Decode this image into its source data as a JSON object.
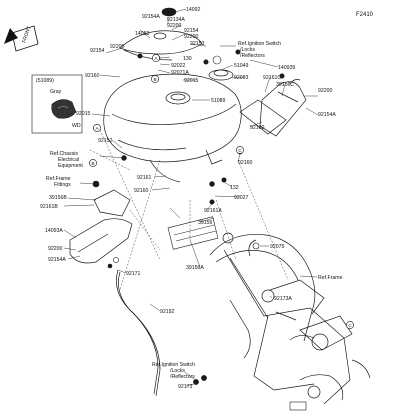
{
  "diagram": {
    "code": "F2410",
    "front_label": "FRONT",
    "legend": {
      "model": "(51089)",
      "color": "Gray",
      "note": "WD"
    },
    "labels": [
      "14092",
      "92154A",
      "92134A",
      "92200",
      "14083",
      "92154",
      "92200",
      "92154",
      "92200",
      "92153",
      "Ref.Ignition Switch",
      "/Locks",
      "/Reflectors",
      "130",
      "92022",
      "92071A",
      "51049",
      "140939",
      "92160",
      "92015",
      "92093",
      "92161C",
      "39156C",
      "92200",
      "92154A",
      "51089",
      "92015",
      "92152",
      "92160",
      "Ref.Chassis",
      "Electrical",
      "Equipment",
      "92161",
      "Ref.Frame",
      "Fittings",
      "92160",
      "92160",
      "92027",
      "132",
      "39156B",
      "92161B",
      "92161A",
      "39156",
      "14093A",
      "92200",
      "92154A",
      "92171",
      "39156A",
      "92075",
      "Ref.Frame",
      "92173A",
      "92192",
      "Ref.Ignition Switch",
      "/Locks",
      "/Reflectors",
      "92173"
    ],
    "markers": [
      "A",
      "B",
      "A",
      "B",
      "C",
      "C"
    ]
  }
}
